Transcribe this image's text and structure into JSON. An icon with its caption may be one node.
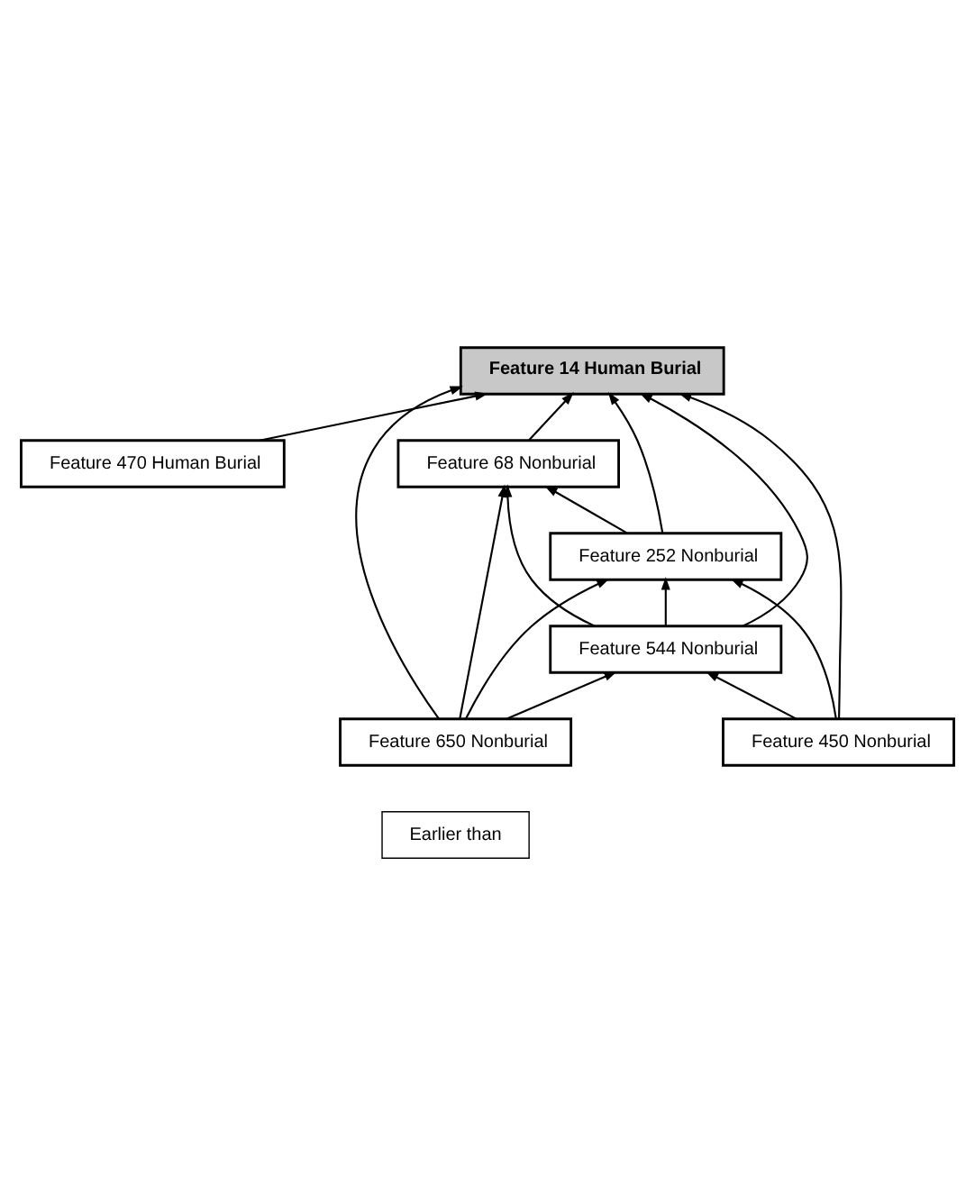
{
  "diagram": {
    "nodes": [
      {
        "text": [
          "Feature 14 Human Burial"
        ]
      },
      {
        "text": [
          "Feature 470 Human Burial"
        ]
      },
      {
        "text": [
          "Feature 68 Nonburial"
        ]
      },
      {
        "text": [
          "Feature 252 Nonburial"
        ]
      },
      {
        "text": [
          "Feature 544 Nonburial"
        ]
      },
      {
        "text": [
          "Feature 650 Nonburial"
        ]
      },
      {
        "text": [
          "Feature 450 Nonburial"
        ]
      }
    ],
    "edges": [
      {
        "from": 1,
        "to": 0,
        "arrow": "to"
      },
      {
        "from": 5,
        "to": 0,
        "arrow": "to"
      },
      {
        "from": 2,
        "to": 0,
        "arrow": "to"
      },
      {
        "from": 3,
        "to": 0,
        "arrow": "to"
      },
      {
        "from": 4,
        "to": 0,
        "arrow": "to"
      },
      {
        "from": 6,
        "to": 0,
        "arrow": "to"
      },
      {
        "from": 5,
        "to": 2,
        "arrow": "to"
      },
      {
        "from": 4,
        "to": 2,
        "arrow": "to"
      },
      {
        "from": 3,
        "to": 2,
        "arrow": "to"
      },
      {
        "from": 5,
        "to": 3,
        "arrow": "to"
      },
      {
        "from": 4,
        "to": 3,
        "arrow": "to"
      },
      {
        "from": 6,
        "to": 3,
        "arrow": "to"
      },
      {
        "from": 5,
        "to": 4,
        "arrow": "to"
      },
      {
        "from": 6,
        "to": 4,
        "arrow": "to"
      }
    ],
    "legend": [
      {
        "text": "Earlier than"
      }
    ]
  }
}
